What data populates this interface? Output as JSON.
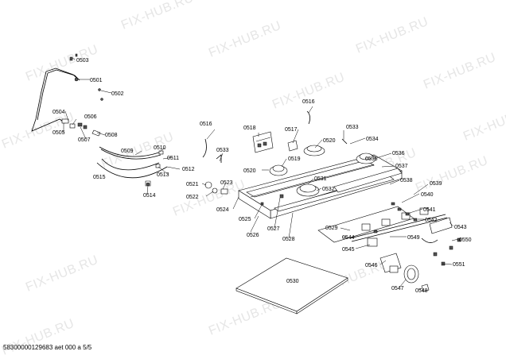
{
  "watermark": "FIX-HUB.RU",
  "footer": "58300000129683 aet 000 a 5/5",
  "plate_label": "0530",
  "part_labels": [
    "0503",
    "0501",
    "0502",
    "0504",
    "0506",
    "0505",
    "0507",
    "0508",
    "0509",
    "0510",
    "0511",
    "0512",
    "0513",
    "0514",
    "0515",
    "0516",
    "0518",
    "0517",
    "0516",
    "0533",
    "0533",
    "0534",
    "0520",
    "0535",
    "0519",
    "0536",
    "0520",
    "0531",
    "0537",
    "0532",
    "0523",
    "0521",
    "0522",
    "0524",
    "0525",
    "0526",
    "0527",
    "0528",
    "0529",
    "0538",
    "0539",
    "0540",
    "0541",
    "0542",
    "0543",
    "0544",
    "0549",
    "0550",
    "0545",
    "0546",
    "0551",
    "0547",
    "0548"
  ]
}
